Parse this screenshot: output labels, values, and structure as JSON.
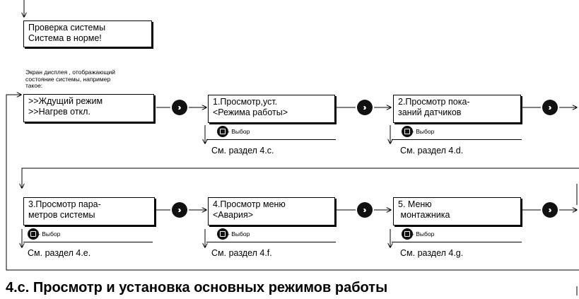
{
  "diagram": {
    "start_box": {
      "line1": "Проверка системы",
      "line2": "Система в норме!"
    },
    "display_note": {
      "line1": "Экран дисплея , отображающий",
      "line2": "состояние системы, например",
      "line3": "такое:"
    },
    "status_box": {
      "line1": ">>Ждущий режим",
      "line2": ">>Нагрев откл."
    },
    "select_label": "- Выбор",
    "menus": [
      {
        "line1": "1.Просмотр,уст.",
        "line2": "<Режима работы>",
        "ref": "См. раздел 4.c."
      },
      {
        "line1": "2.Просмотр пока-",
        "line2": "заний датчиков",
        "ref": "См. раздел 4.d."
      },
      {
        "line1": "3.Просмотр пара-",
        "line2": "метров системы",
        "ref": "См. раздел 4.e."
      },
      {
        "line1": "4.Просмотр меню",
        "line2": "<Авария>",
        "ref": "См. раздел 4.f."
      },
      {
        "line1": "5. Меню",
        "line2": " монтажника",
        "ref": "См. раздел 4.g."
      }
    ],
    "icons": {
      "next": "double-chevron-right-icon",
      "select": "square-button-icon"
    }
  },
  "heading": "4.c. Просмотр и установка основных режимов работы"
}
